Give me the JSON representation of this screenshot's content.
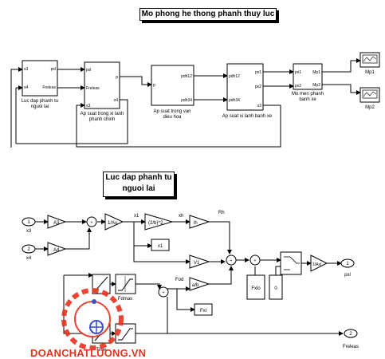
{
  "titles": {
    "top": "Mo phong he thong phanh thuy luc",
    "sub_line1": "Luc dap phanh tu",
    "sub_line2": "nguoi lai"
  },
  "top_blocks": {
    "b1": {
      "in1": "x3",
      "in2": "x4",
      "out1": "pxl",
      "out2": "Freleas",
      "cap1": "Luc dap phanh tu",
      "cap2": "nguoi lai"
    },
    "b2": {
      "in1": "pxl",
      "in2": "Freleas",
      "in3": "x3",
      "out1": "p",
      "out2": "x4",
      "cap1": "Ap suat trong xi lanh",
      "cap2": "phanh chinh"
    },
    "b3": {
      "in1": "p",
      "out1": "pdh12",
      "out2": "pdh34",
      "cap1": "Ap suat trong van",
      "cap2": "dieu hoa"
    },
    "b4": {
      "in1": "pdh12",
      "in2": "pdh34",
      "out1": "px1",
      "out2": "px2",
      "out3": "x3",
      "cap1": "Ap suat xi lanh banh xe"
    },
    "b5": {
      "in1": "px1",
      "in2": "px2",
      "out1": "Mp1",
      "out2": "Mp2",
      "cap1": "Mo men phanh",
      "cap2": "banh xe"
    },
    "scope1": "Mp1",
    "scope2": "Mp2"
  },
  "sub": {
    "in1_num": "1",
    "in1_lbl": "x3",
    "in2_num": "2",
    "in2_lbl": "x4",
    "gainA3": "A3",
    "gainA4": "A4",
    "gain1Au": "1/Au",
    "lbl_x1": "x1",
    "fcn": "(2/b)^2",
    "lbl_xh": "xh",
    "gain_lh": "lh",
    "lbl_Rh": "Rh",
    "disp_x1": "x1",
    "gain_V1": "V1",
    "gain_Vb": "a/b",
    "lbl_Fod": "Fod",
    "lbl_Fdmax": "Fdmax",
    "disp_Fxl": "Fxl",
    "const_Fxlo": "Fxlo",
    "const_0": "0",
    "gain_1Axl": "1/Axl",
    "out1_num": "1",
    "out1_lbl": "pxl",
    "out2_num": "2",
    "out2_lbl": "Freleas",
    "lbl_time": "Time"
  },
  "watermark": "DOANCHATLUONG.VN",
  "colors": {
    "watermark": "#e8331e",
    "line": "#000000"
  }
}
